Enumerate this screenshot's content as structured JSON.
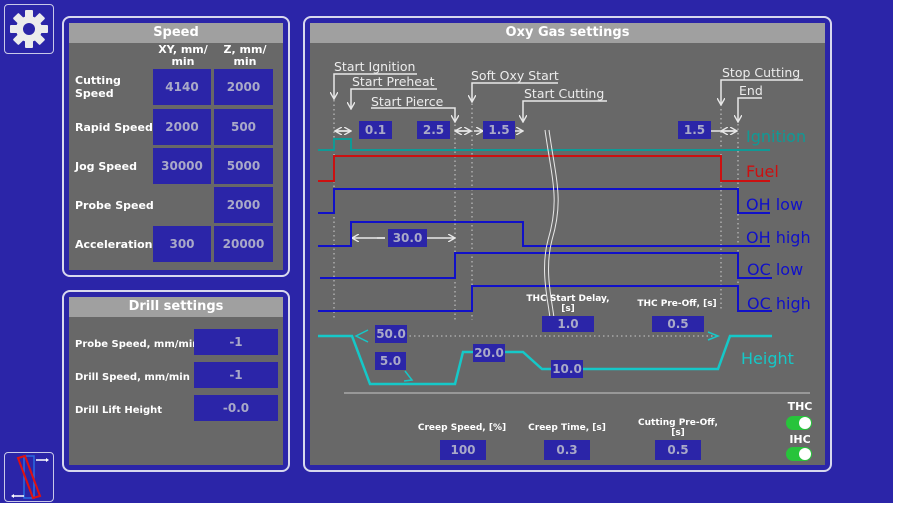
{
  "speed": {
    "title": "Speed",
    "col_xy": "XY, mm/ min",
    "col_z": "Z, mm/ min",
    "rows": [
      {
        "label": "Cutting Speed",
        "xy": "4140",
        "z": "2000"
      },
      {
        "label": "Rapid Speed",
        "xy": "2000",
        "z": "500"
      },
      {
        "label": "Jog Speed",
        "xy": "30000",
        "z": "5000"
      },
      {
        "label": "Probe Speed",
        "xy": null,
        "z": "2000"
      },
      {
        "label": "Acceleration",
        "xy": "300",
        "z": "20000"
      }
    ]
  },
  "drill": {
    "title": "Drill settings",
    "rows": [
      {
        "label": "Probe Speed, mm/min",
        "value": "-1"
      },
      {
        "label": "Drill Speed, mm/min",
        "value": "-1"
      },
      {
        "label": "Drill Lift Height",
        "value": "-0.0"
      }
    ]
  },
  "oxy": {
    "title": "Oxy Gas settings",
    "events": {
      "start_ignition": "Start Ignition",
      "start_preheat": "Start Preheat",
      "start_pierce": "Start Pierce",
      "soft_oxy_start": "Soft Oxy Start",
      "start_cutting": "Start Cutting",
      "stop_cutting": "Stop Cutting",
      "end": "End"
    },
    "signals": {
      "ignition": "Ignition",
      "fuel": "Fuel",
      "oh_low": "OH low",
      "oh_high": "OH high",
      "oc_low": "OC low",
      "oc_high": "OC high",
      "height": "Height"
    },
    "timings": {
      "ignition_time": "0.1",
      "preheat_time": "2.5",
      "soft_oxy_time": "1.5",
      "end_ignition_time": "1.5",
      "oh_high_time": "30.0"
    },
    "heights": {
      "ignition_height": "50.0",
      "pierce_height": "5.0",
      "cut_start_height": "20.0",
      "cut_height": "10.0"
    },
    "thc_start_delay": {
      "label": "THC Start Delay, [s]",
      "value": "1.0"
    },
    "thc_pre_off": {
      "label": "THC Pre-Off, [s]",
      "value": "0.5"
    },
    "creep_speed": {
      "label": "Creep Speed, [%]",
      "value": "100"
    },
    "creep_time": {
      "label": "Creep Time, [s]",
      "value": "0.3"
    },
    "cutting_pre_off": {
      "label": "Cutting Pre-Off, [s]",
      "value": "0.5"
    },
    "thc_toggle": {
      "label": "THC",
      "on": true
    },
    "ihc_toggle": {
      "label": "IHC",
      "on": true
    }
  },
  "colors": {
    "background": "#2b25a8",
    "panel": "#686868",
    "ignition": "#0f9a96",
    "fuel": "#cc1010",
    "oxygen": "#1010c8",
    "height": "#15c8c8",
    "toggle_on": "#27c43b"
  },
  "icons": {
    "settings": "gear-icon",
    "kerf": "kerf-offset-icon"
  }
}
